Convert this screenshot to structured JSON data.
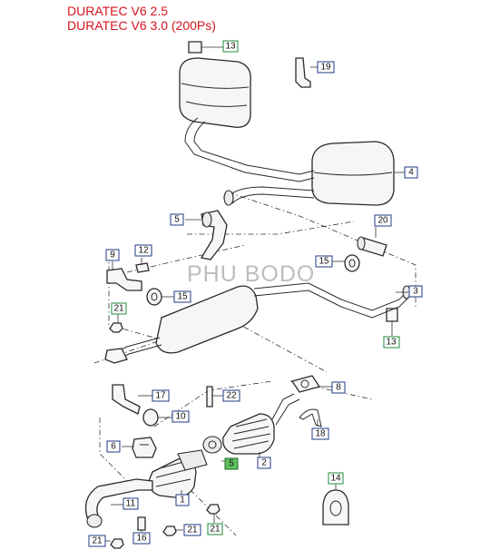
{
  "title_lines": [
    "DURATEC V6 2.5",
    "DURATEC V6 3.0 (200Ps)"
  ],
  "watermark": "PHU BODO",
  "colors": {
    "title": "#d4141e",
    "callout_border": "#1f3a86",
    "callout_alt_border": "#1e8a3a",
    "callout_highlight": "#5fbf5f"
  },
  "callouts": [
    {
      "id": "c13a",
      "label": "13"
    },
    {
      "id": "c19",
      "label": "19"
    },
    {
      "id": "c4",
      "label": "4"
    },
    {
      "id": "c20",
      "label": "20"
    },
    {
      "id": "c5",
      "label": "5"
    },
    {
      "id": "c9",
      "label": "9"
    },
    {
      "id": "c12",
      "label": "12"
    },
    {
      "id": "c15a",
      "label": "15"
    },
    {
      "id": "c15b",
      "label": "15"
    },
    {
      "id": "c3",
      "label": "3"
    },
    {
      "id": "c21a",
      "label": "21"
    },
    {
      "id": "c13b",
      "label": "13"
    },
    {
      "id": "c17",
      "label": "17"
    },
    {
      "id": "c22",
      "label": "22"
    },
    {
      "id": "c8",
      "label": "8"
    },
    {
      "id": "c10",
      "label": "10"
    },
    {
      "id": "c18",
      "label": "18"
    },
    {
      "id": "c6",
      "label": "6"
    },
    {
      "id": "c2",
      "label": "2"
    },
    {
      "id": "c5b",
      "label": "5"
    },
    {
      "id": "c14",
      "label": "14"
    },
    {
      "id": "c11",
      "label": "11"
    },
    {
      "id": "c1",
      "label": "1"
    },
    {
      "id": "c21b",
      "label": "21"
    },
    {
      "id": "c21c",
      "label": "21"
    },
    {
      "id": "c21d",
      "label": "21"
    },
    {
      "id": "c16",
      "label": "16"
    }
  ]
}
